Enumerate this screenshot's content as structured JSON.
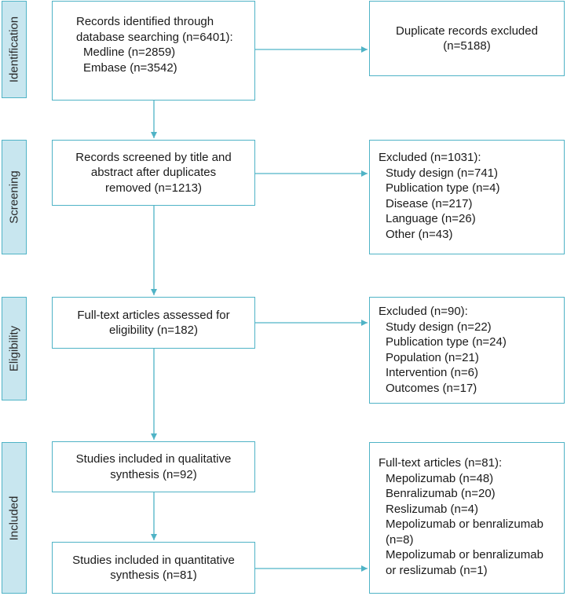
{
  "phases": {
    "identification": "Identification",
    "screening": "Screening",
    "eligibility": "Eligibility",
    "included": "Included"
  },
  "identified": {
    "line1": "Records identified through",
    "line2": "database searching (n=6401):",
    "medline": "Medline (n=2859)",
    "embase": "Embase (n=3542)"
  },
  "duplicates": {
    "line1": "Duplicate records excluded",
    "line2": "(n=5188)"
  },
  "screened": {
    "line1": "Records screened by title and",
    "line2": "abstract after duplicates",
    "line3": "removed (n=1213)"
  },
  "excluded_screening": {
    "title": "Excluded (n=1031):",
    "items": [
      "Study design (n=741)",
      "Publication type (n=4)",
      "Disease (n=217)",
      "Language (n=26)",
      "Other (n=43)"
    ]
  },
  "fulltext": {
    "line1": "Full-text articles assessed for",
    "line2": "eligibility (n=182)"
  },
  "excluded_eligibility": {
    "title": "Excluded (n=90):",
    "items": [
      "Study design (n=22)",
      "Publication type (n=24)",
      "Population (n=21)",
      "Intervention (n=6)",
      "Outcomes (n=17)"
    ]
  },
  "qualitative": {
    "line1": "Studies included in qualitative",
    "line2": "synthesis (n=92)"
  },
  "quantitative": {
    "line1": "Studies included in quantitative",
    "line2": "synthesis (n=81)"
  },
  "included_articles": {
    "title": "Full-text articles (n=81):",
    "items": [
      "Mepolizumab (n=48)",
      "Benralizumab (n=20)",
      "Reslizumab (n=4)",
      "Mepolizumab or benralizumab",
      "(n=8)",
      "Mepolizumab or benralizumab",
      "or reslizumab (n=1)"
    ]
  },
  "colors": {
    "accent": "#4fb3c6",
    "phase_fill": "#c8e6ef"
  }
}
